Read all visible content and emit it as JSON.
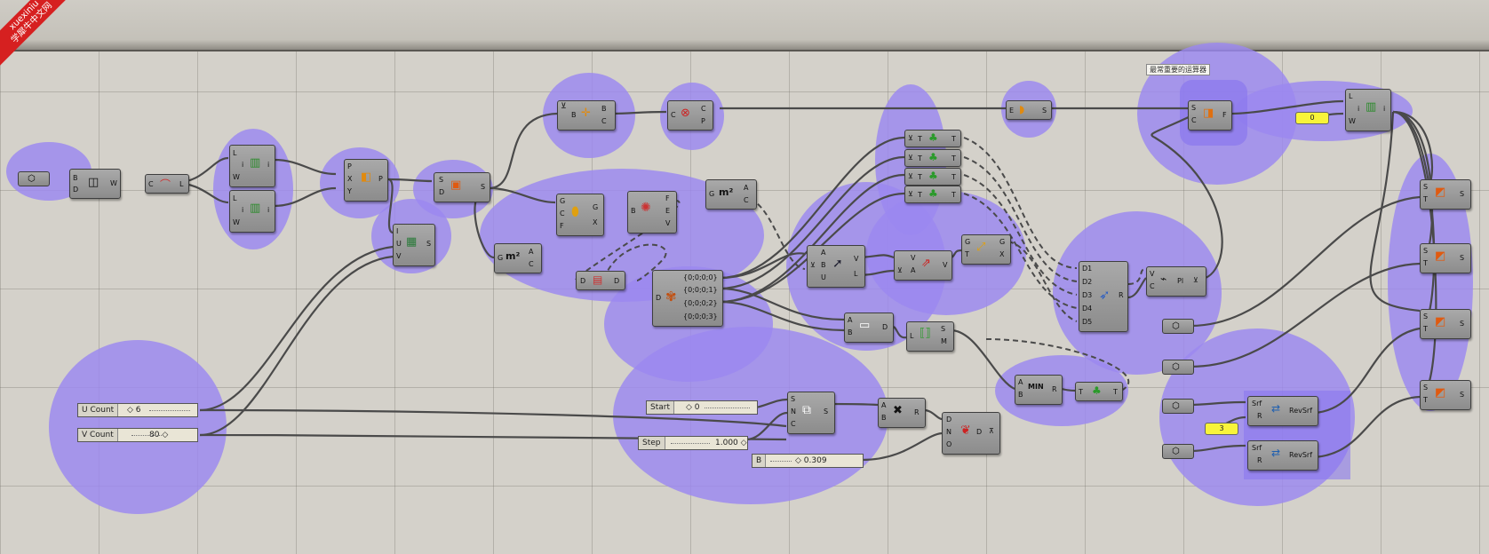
{
  "watermark": {
    "line1": "xuexiniu",
    "line2": "学犀牛中文网"
  },
  "annotation": "最常重要的运算器",
  "sliders": {
    "u_count": {
      "label": "U Count",
      "value": "6"
    },
    "v_count": {
      "label": "V Count",
      "value": "80"
    },
    "start": {
      "label": "Start",
      "value": "0"
    },
    "step": {
      "label": "Step",
      "value": "1.000"
    },
    "b": {
      "label": "B",
      "value": "0.309"
    }
  },
  "yellow_panels": {
    "p0": "0",
    "p3": "3"
  },
  "tree_outputs": [
    "{0;0;0;0}",
    "{0;0;0;1}",
    "{0;0;0;2}",
    "{0;0;0;3}"
  ],
  "components": {
    "brep_in": {
      "in": [],
      "out": []
    },
    "box": {
      "in": [
        "B",
        "D"
      ],
      "out": [
        "W"
      ]
    },
    "curve": {
      "in": [
        "C"
      ],
      "out": [
        "L"
      ]
    },
    "list1": {
      "in": [
        "L",
        "i",
        "W"
      ],
      "out": [
        "i"
      ]
    },
    "list2": {
      "in": [
        "L",
        "i",
        "W"
      ],
      "out": [
        "i"
      ]
    },
    "panel_p": {
      "in": [
        "P",
        "X",
        "Y"
      ],
      "out": [
        "P"
      ]
    },
    "sub_surf": {
      "in": [
        "S",
        "D"
      ],
      "out": [
        "S"
      ]
    },
    "iso": {
      "in": [
        "I",
        "U",
        "V"
      ],
      "out": [
        "S"
      ]
    },
    "bc": {
      "in": [
        "B"
      ],
      "out": [
        "B",
        "C"
      ]
    },
    "cp": {
      "in": [
        "C"
      ],
      "out": [
        "C",
        "P"
      ]
    },
    "area1": {
      "in": [
        "G"
      ],
      "out": [
        "A",
        "C"
      ]
    },
    "gcf": {
      "in": [
        "G",
        "C",
        "F"
      ],
      "out": [
        "G",
        "X"
      ]
    },
    "bfev": {
      "in": [
        "B"
      ],
      "out": [
        "F",
        "E",
        "V"
      ]
    },
    "area2": {
      "in": [
        "G"
      ],
      "out": [
        "A",
        "C"
      ]
    },
    "dd": {
      "in": [
        "D"
      ],
      "out": [
        "D"
      ]
    },
    "explode_tree": {
      "in": [
        "D"
      ],
      "out": []
    },
    "es": {
      "in": [
        "E"
      ],
      "out": [
        "S"
      ]
    },
    "sc": {
      "in": [
        "S",
        "C"
      ],
      "out": [
        "F"
      ]
    },
    "list3": {
      "in": [
        "L",
        "i",
        "W"
      ],
      "out": [
        "i"
      ]
    },
    "tt1": {
      "in": [
        "T"
      ],
      "out": [
        "T"
      ]
    },
    "tt2": {
      "in": [
        "T"
      ],
      "out": [
        "T"
      ]
    },
    "tt3": {
      "in": [
        "T"
      ],
      "out": [
        "T"
      ]
    },
    "tt4": {
      "in": [
        "T"
      ],
      "out": [
        "T"
      ]
    },
    "abu": {
      "in": [
        "A",
        "B",
        "U"
      ],
      "out": [
        "V",
        "L"
      ]
    },
    "va": {
      "in": [
        "V",
        "A"
      ],
      "out": [
        "V"
      ]
    },
    "gt": {
      "in": [
        "G",
        "T"
      ],
      "out": [
        "G",
        "X"
      ]
    },
    "merge5": {
      "in": [
        "D1",
        "D2",
        "D3",
        "D4",
        "D5"
      ],
      "out": [
        "R"
      ]
    },
    "vc": {
      "in": [
        "V",
        "C"
      ],
      "out": [
        "Pl"
      ]
    },
    "abd": {
      "in": [
        "A",
        "B"
      ],
      "out": [
        "D"
      ]
    },
    "lsm": {
      "in": [
        "L"
      ],
      "out": [
        "S",
        "M"
      ]
    },
    "abr": {
      "in": [
        "A",
        "B"
      ],
      "out": [
        "R"
      ]
    },
    "tt5": {
      "in": [
        "T"
      ],
      "out": [
        "T"
      ]
    },
    "snc": {
      "in": [
        "S",
        "N",
        "C"
      ],
      "out": [
        "S"
      ]
    },
    "mult": {
      "in": [
        "A",
        "B"
      ],
      "out": [
        "R"
      ]
    },
    "dno": {
      "in": [
        "D",
        "N",
        "O"
      ],
      "out": [
        "D"
      ]
    },
    "revsrf1": {
      "in": [
        "Srf",
        "R"
      ],
      "out": [
        "RevSrf"
      ]
    },
    "revsrf2": {
      "in": [
        "Srf",
        "R"
      ],
      "out": [
        "RevSrf"
      ]
    },
    "st1": {
      "in": [
        "S",
        "T"
      ],
      "out": [
        "S"
      ]
    },
    "st2": {
      "in": [
        "S",
        "T"
      ],
      "out": [
        "S"
      ]
    },
    "st3": {
      "in": [
        "S",
        "T"
      ],
      "out": [
        "S"
      ]
    },
    "st4": {
      "in": [
        "S",
        "T"
      ],
      "out": [
        "S"
      ]
    }
  },
  "colors": {
    "group": "#9b87f0",
    "canvas": "#d4d1ca",
    "component": "#9a9a9a",
    "wire": "#4a4a4a",
    "yellow": "#f8f43a"
  }
}
